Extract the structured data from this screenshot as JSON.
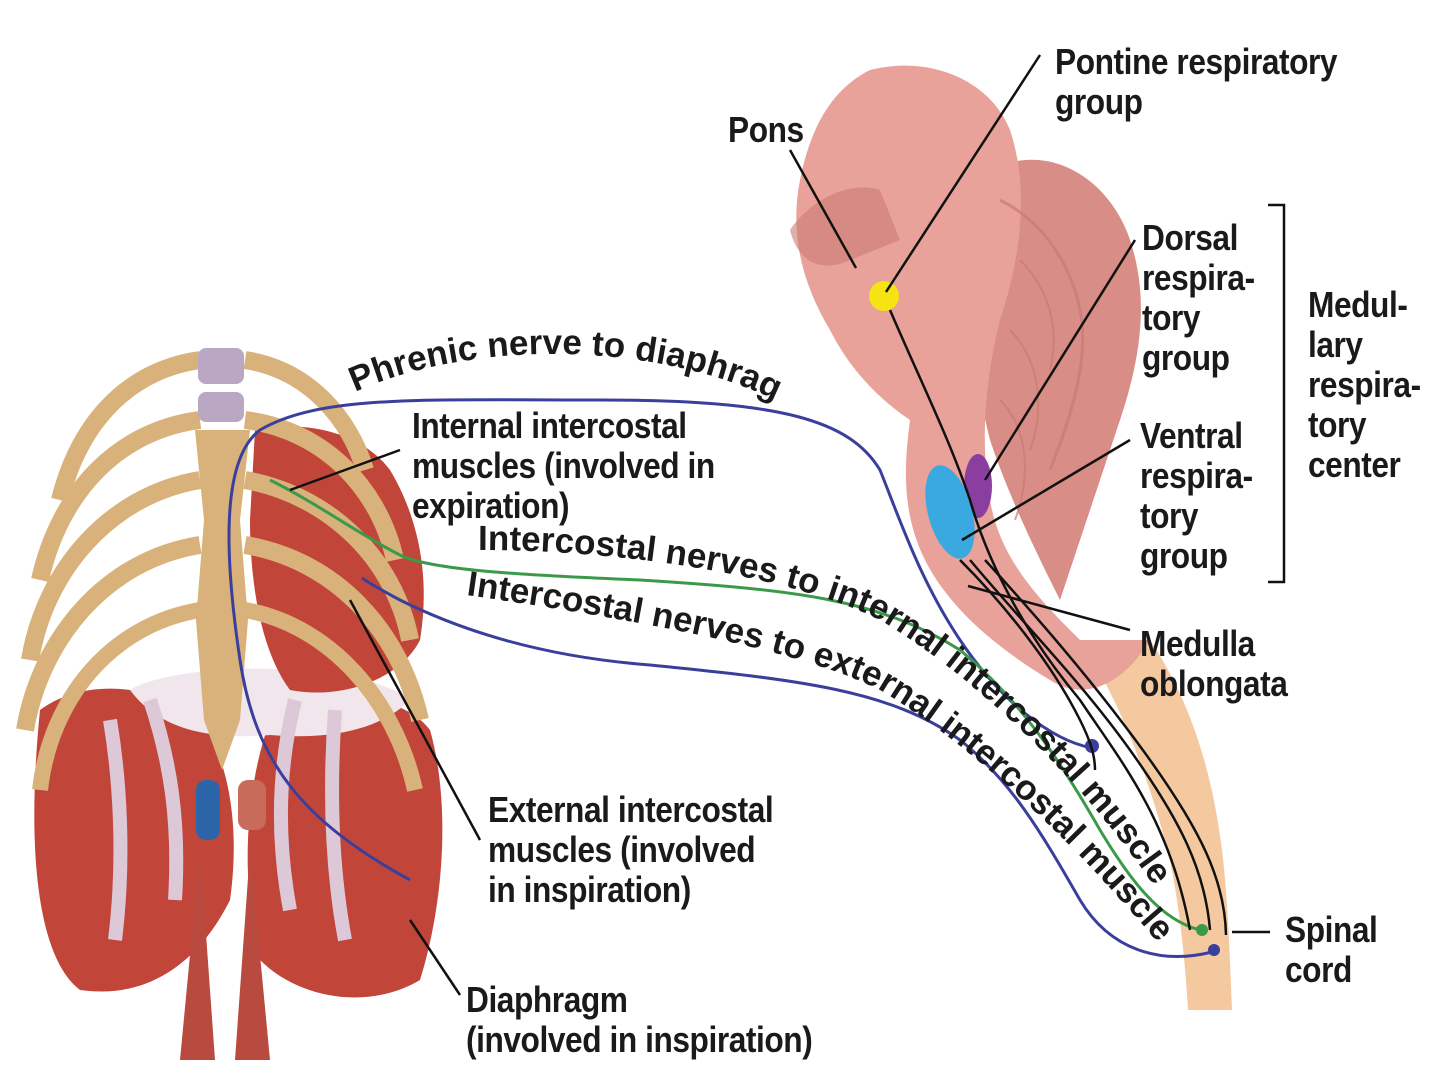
{
  "labels": {
    "pontine_respiratory_group": "Pontine respiratory\ngroup",
    "pons": "Pons",
    "dorsal_respiratory_group": "Dorsal\nrespira-\ntory\ngroup",
    "ventral_respiratory_group": "Ventral\nrespira-\ntory\ngroup",
    "medullary_respiratory_center": "Medul-\nlary\nrespira-\ntory\ncenter",
    "medulla_oblongata": "Medulla\noblongata",
    "spinal_cord": "Spinal\ncord",
    "internal_intercostal_muscles": "Internal intercostal\nmuscles (involved in\nexpiration)",
    "external_intercostal_muscles": "External intercostal\nmuscles (involved\nin inspiration)",
    "diaphragm": "Diaphragm\n(involved in inspiration)",
    "phrenic_nerve": "Phrenic nerve to diaphragm",
    "intercostal_nerves_internal": "Intercostal nerves to internal intercostal muscles",
    "intercostal_nerves_external": "Intercostal nerves to external intercostal muscles"
  },
  "colors": {
    "brain": "#e9a29a",
    "brain_shade": "#d4857e",
    "spinal_cord": "#f5c9a0",
    "pontine_group": "#f5e313",
    "dorsal_group": "#8a3fa0",
    "ventral_group": "#3aa9e0",
    "phrenic_nerve": "#3b3f9c",
    "internal_nerve": "#3a9a4a",
    "external_nerve": "#3b3f9c",
    "bone": "#d8b27a",
    "cartilage": "#ddc8d8",
    "muscle": "#c2453a"
  }
}
